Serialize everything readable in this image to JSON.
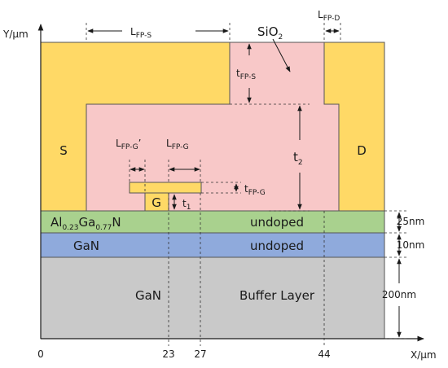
{
  "axes": {
    "y_label": "Y/μm",
    "x_label": "X/μm",
    "x_ticks": [
      "0",
      "23",
      "27",
      "44"
    ]
  },
  "regions": {
    "source": "S",
    "drain": "D",
    "gate": "G",
    "passivation": {
      "base": "SiO",
      "sub": "2"
    },
    "barrier": {
      "p1": "Al",
      "s1": "0.23",
      "p2": "Ga",
      "s2": "0.77",
      "p3": "N"
    },
    "barrier_doping": "undoped",
    "channel": "GaN",
    "channel_doping": "undoped",
    "buffer_material": "GaN",
    "buffer_name": "Buffer Layer"
  },
  "dimensions": {
    "lfp_s": {
      "base": "L",
      "sub": "FP-S"
    },
    "lfp_d": {
      "base": "L",
      "sub": "FP-D"
    },
    "lfp_g_prime": {
      "base": "L",
      "sub": "FP-G",
      "suffix": "’"
    },
    "lfp_g": {
      "base": "L",
      "sub": "FP-G"
    },
    "tfp_s": {
      "base": "t",
      "sub": "FP-S"
    },
    "tfp_g": {
      "base": "t",
      "sub": "FP-G"
    },
    "t1": {
      "base": "t",
      "sub": "1"
    },
    "t2": {
      "base": "t",
      "sub": "2"
    }
  },
  "thicknesses": {
    "barrier": "25nm",
    "channel": "10nm",
    "buffer": "200nm"
  },
  "colors": {
    "metal": "#FFD966",
    "oxide": "#F8C8C8",
    "barrier": "#A9D18E",
    "channel": "#8FAADC",
    "buffer": "#C9C9C9"
  }
}
